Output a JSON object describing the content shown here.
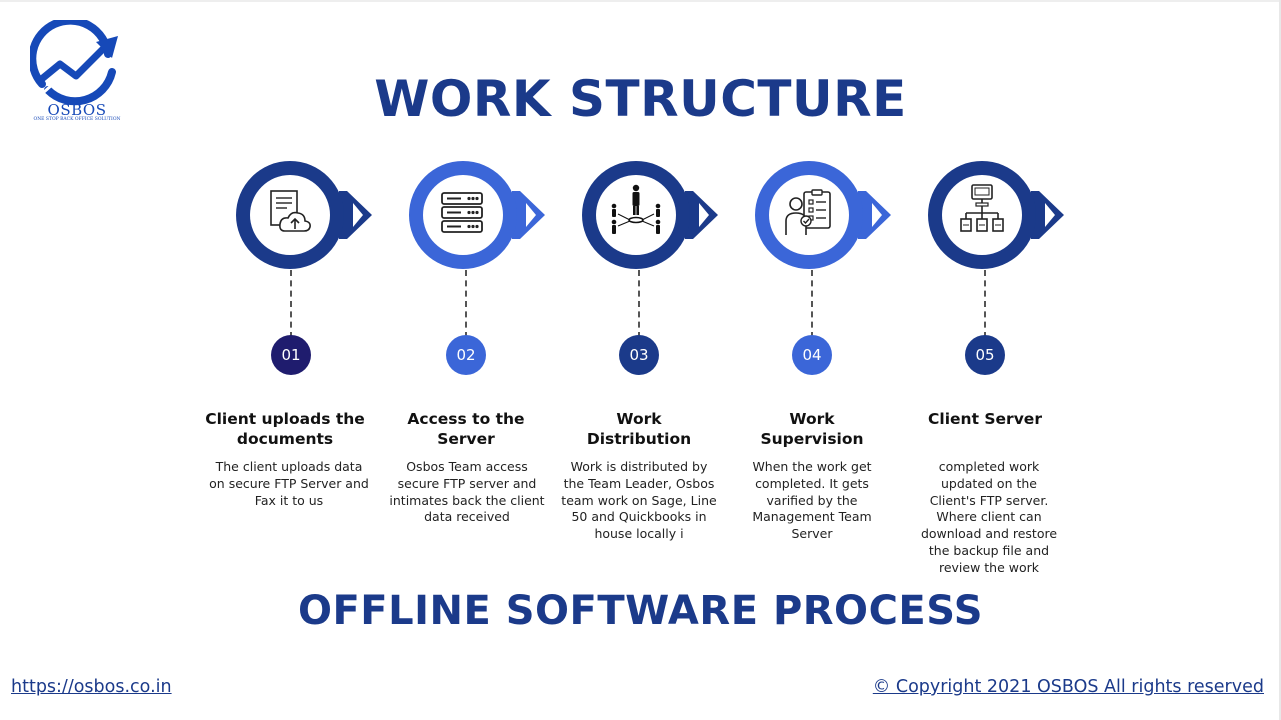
{
  "brand": {
    "name": "OSBOS",
    "tagline": "ONE STOP BACK OFFICE SOLUTION"
  },
  "title": "WORK STRUCTURE",
  "subtitle": "OFFLINE SOFTWARE PROCESS",
  "colors": {
    "dark": "#1b3a8a",
    "light": "#3b66d8",
    "navy": "#1f1c6e"
  },
  "steps": [
    {
      "number": "01",
      "title": "Client uploads the documents",
      "description": "The client uploads data on secure FTP Server and Fax it to us",
      "icon": "document-cloud-upload-icon"
    },
    {
      "number": "02",
      "title": "Access to the Server",
      "description": "Osbos Team access secure FTP server and intimates back the client data received",
      "icon": "server-icon"
    },
    {
      "number": "03",
      "title": "Work Distribution",
      "description": "Work is distributed by the Team Leader, Osbos team work on Sage, Line 50 and Quickbooks in house locally i",
      "icon": "team-network-icon"
    },
    {
      "number": "04",
      "title": "Work Supervision",
      "description": "When the work get completed. It gets varified by the Management Team Server",
      "icon": "supervisor-checklist-icon"
    },
    {
      "number": "05",
      "title": "Client Server",
      "description": "completed work updated on the Client's FTP server. Where client can download and restore the backup file and review the work",
      "icon": "network-hierarchy-icon"
    }
  ],
  "footer": {
    "website": "https://osbos.co.in",
    "copyright": "© Copyright 2021 OSBOS All rights reserved"
  }
}
